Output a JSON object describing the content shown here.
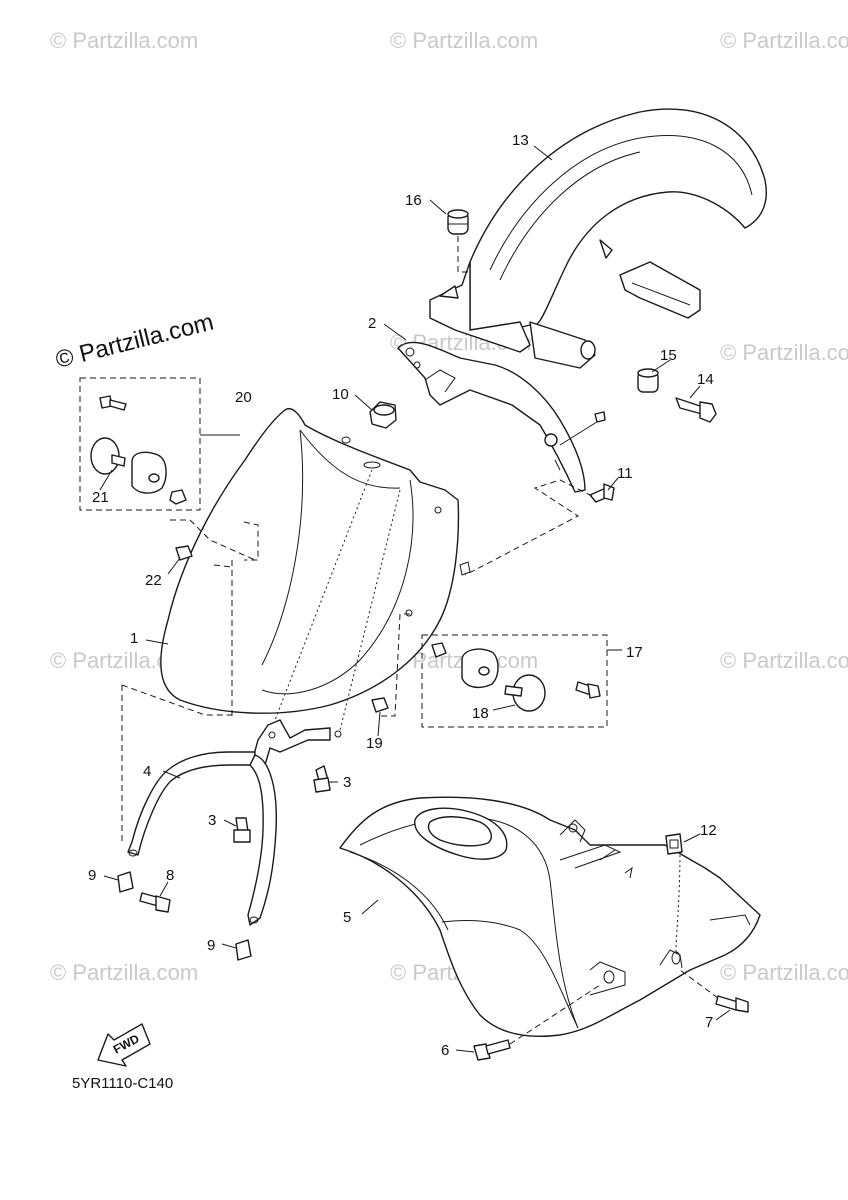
{
  "diagram": {
    "code": "5YR1110-C140",
    "watermark": "© Partzilla.com",
    "main_watermark": "© Partzilla.com",
    "fwd_label": "FWD",
    "callouts": [
      "1",
      "2",
      "3",
      "3",
      "4",
      "5",
      "6",
      "7",
      "8",
      "9",
      "9",
      "10",
      "11",
      "12",
      "13",
      "14",
      "15",
      "16",
      "17",
      "18",
      "19",
      "20",
      "21",
      "22"
    ]
  }
}
